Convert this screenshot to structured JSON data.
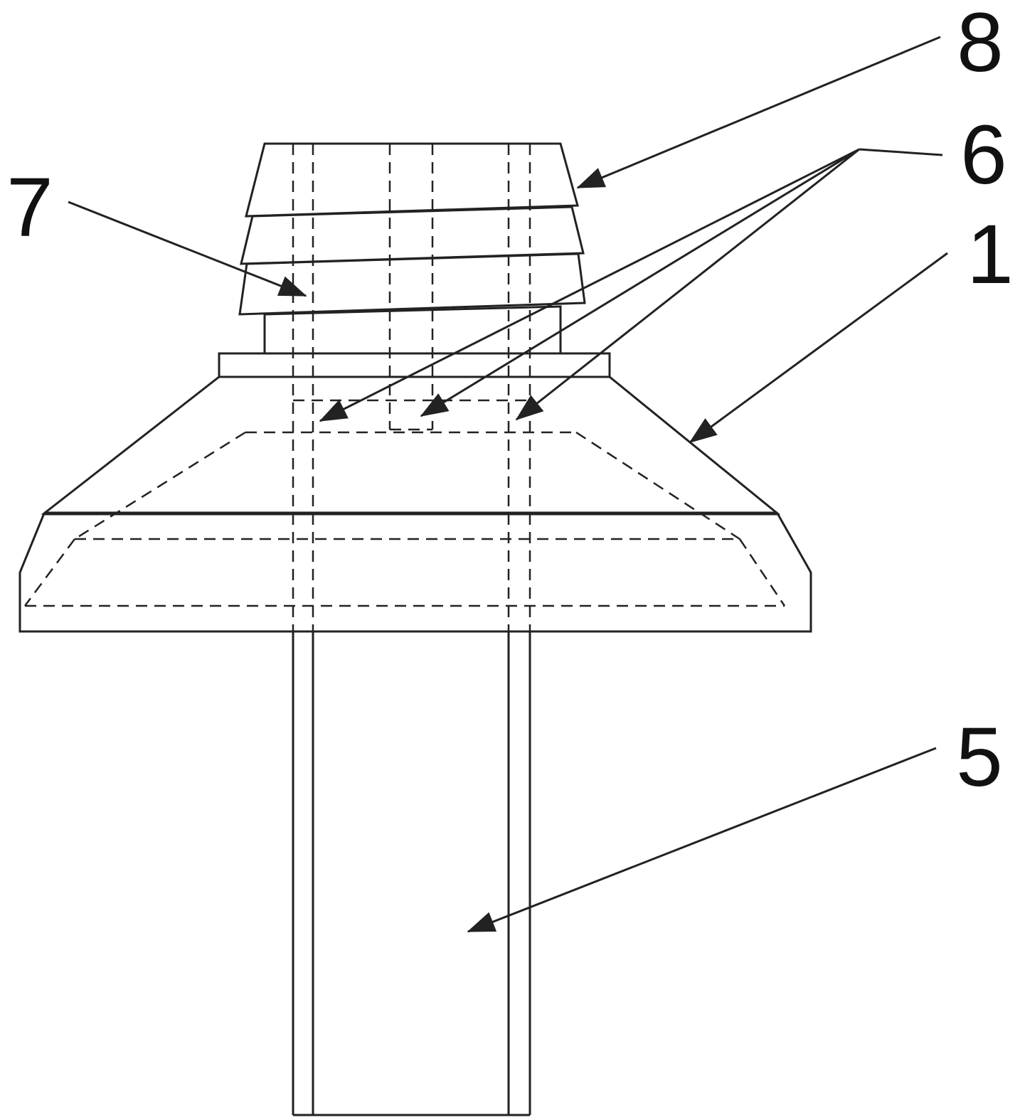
{
  "figure": {
    "kind": "patent-line-drawing",
    "background_color": "#ffffff",
    "line_color": "#222222",
    "callouts": {
      "c8": {
        "label": "8"
      },
      "c6": {
        "label": "6"
      },
      "c1": {
        "label": "1"
      },
      "c7": {
        "label": "7"
      },
      "c5": {
        "label": "5"
      }
    }
  }
}
